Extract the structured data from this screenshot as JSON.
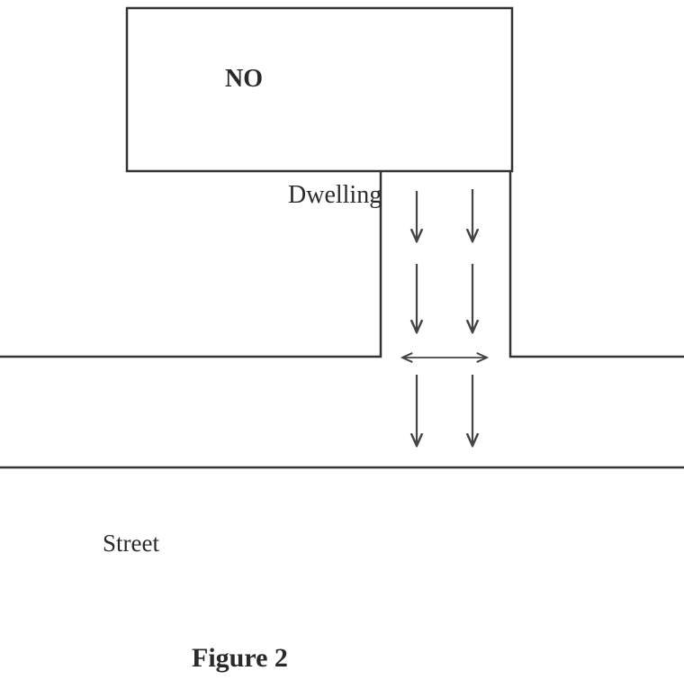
{
  "labels": {
    "no": "NO",
    "dwelling": "Dwelling",
    "street": "Street",
    "figure": "Figure 2"
  }
}
